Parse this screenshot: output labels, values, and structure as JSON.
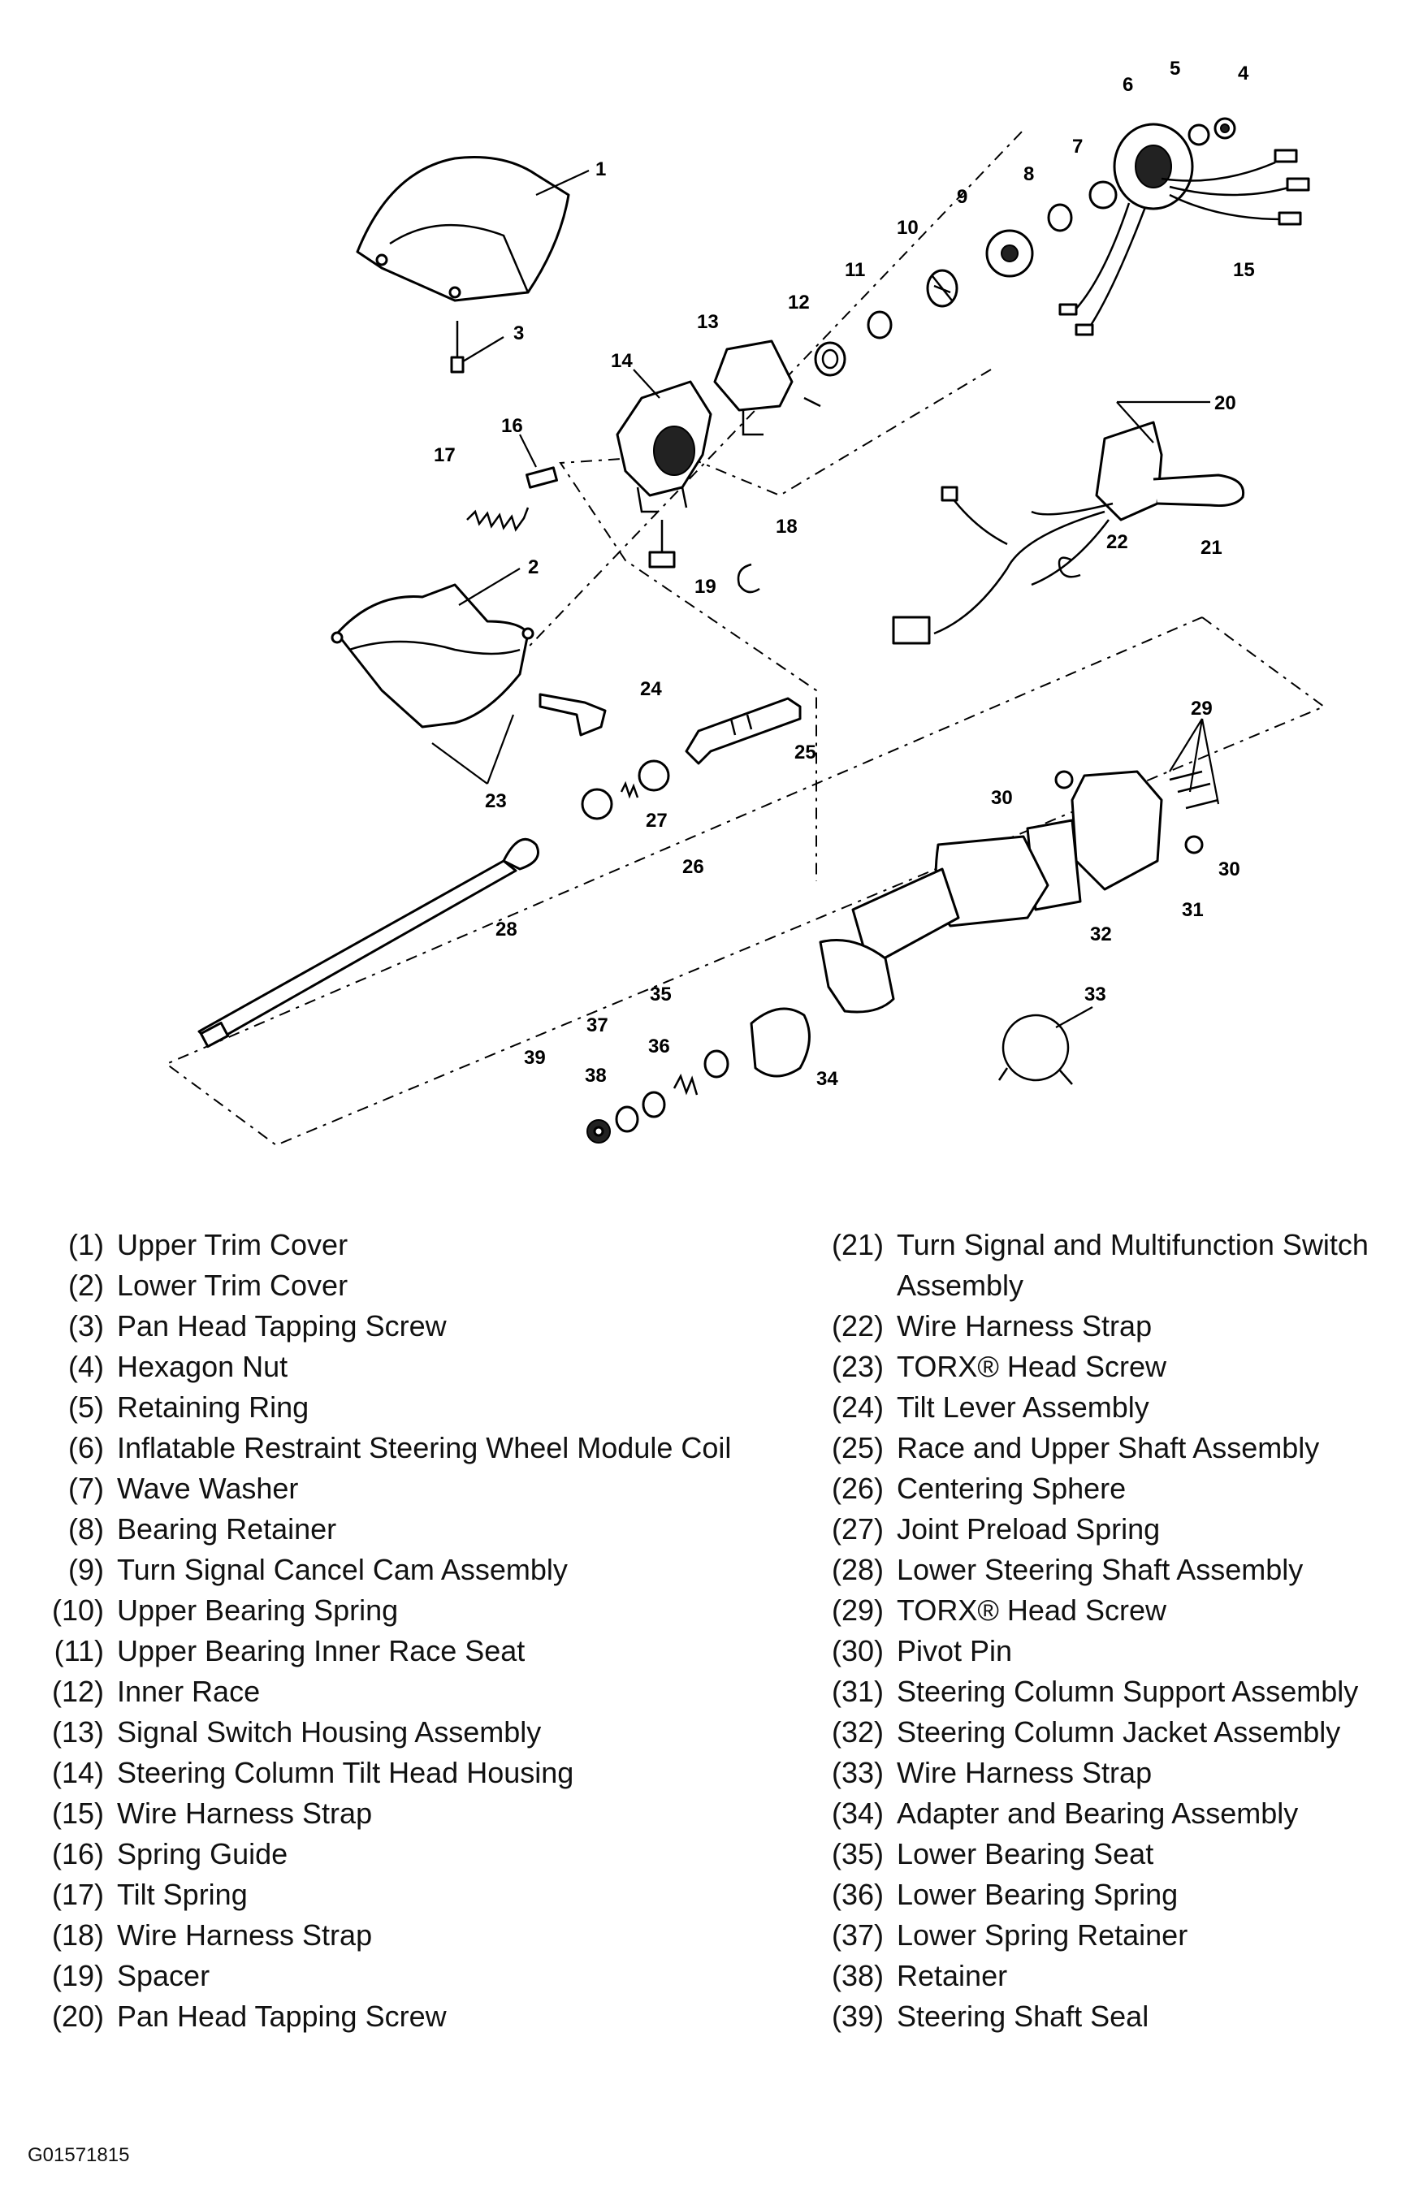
{
  "callouts": [
    "1",
    "2",
    "3",
    "4",
    "5",
    "6",
    "7",
    "8",
    "9",
    "10",
    "11",
    "12",
    "13",
    "14",
    "15",
    "16",
    "17",
    "18",
    "19",
    "20",
    "21",
    "22",
    "23",
    "24",
    "25",
    "26",
    "27",
    "28",
    "29",
    "30",
    "30",
    "31",
    "32",
    "33",
    "34",
    "35",
    "36",
    "37",
    "38",
    "39"
  ],
  "legend_left": [
    {
      "num": "(1)",
      "text": "Upper Trim Cover"
    },
    {
      "num": "(2)",
      "text": "Lower Trim Cover"
    },
    {
      "num": "(3)",
      "text": "Pan Head Tapping Screw"
    },
    {
      "num": "(4)",
      "text": "Hexagon Nut"
    },
    {
      "num": "(5)",
      "text": "Retaining Ring"
    },
    {
      "num": "(6)",
      "text": "Inflatable Restraint Steering Wheel Module Coil"
    },
    {
      "num": "(7)",
      "text": "Wave Washer"
    },
    {
      "num": "(8)",
      "text": "Bearing Retainer"
    },
    {
      "num": "(9)",
      "text": "Turn Signal Cancel Cam Assembly"
    },
    {
      "num": "(10)",
      "text": "Upper Bearing Spring"
    },
    {
      "num": "(11)",
      "text": "Upper Bearing Inner Race Seat"
    },
    {
      "num": "(12)",
      "text": "Inner Race"
    },
    {
      "num": "(13)",
      "text": "Signal Switch Housing Assembly"
    },
    {
      "num": "(14)",
      "text": "Steering Column Tilt Head Housing"
    },
    {
      "num": "(15)",
      "text": "Wire Harness Strap"
    },
    {
      "num": "(16)",
      "text": "Spring Guide"
    },
    {
      "num": "(17)",
      "text": "Tilt Spring"
    },
    {
      "num": "(18)",
      "text": "Wire Harness Strap"
    },
    {
      "num": "(19)",
      "text": "Spacer"
    },
    {
      "num": "(20)",
      "text": "Pan Head Tapping Screw"
    }
  ],
  "legend_right": [
    {
      "num": "(21)",
      "text": "Turn Signal and Multifunction Switch Assembly"
    },
    {
      "num": "(22)",
      "text": "Wire Harness Strap"
    },
    {
      "num": "(23)",
      "text": "TORX® Head Screw"
    },
    {
      "num": "(24)",
      "text": "Tilt Lever Assembly"
    },
    {
      "num": "(25)",
      "text": "Race and Upper Shaft Assembly"
    },
    {
      "num": "(26)",
      "text": "Centering Sphere"
    },
    {
      "num": "(27)",
      "text": "Joint Preload Spring"
    },
    {
      "num": "(28)",
      "text": "Lower Steering Shaft Assembly"
    },
    {
      "num": "(29)",
      "text": "TORX® Head Screw"
    },
    {
      "num": "(30)",
      "text": "Pivot Pin"
    },
    {
      "num": "(31)",
      "text": "Steering Column Support Assembly"
    },
    {
      "num": "(32)",
      "text": "Steering Column Jacket Assembly"
    },
    {
      "num": "(33)",
      "text": "Wire Harness Strap"
    },
    {
      "num": "(34)",
      "text": "Adapter and Bearing Assembly"
    },
    {
      "num": "(35)",
      "text": "Lower Bearing Seat"
    },
    {
      "num": "(36)",
      "text": "Lower Bearing Spring"
    },
    {
      "num": "(37)",
      "text": "Lower Spring Retainer"
    },
    {
      "num": "(38)",
      "text": "Retainer"
    },
    {
      "num": "(39)",
      "text": "Steering Shaft Seal"
    }
  ],
  "figure_code": "G01571815"
}
